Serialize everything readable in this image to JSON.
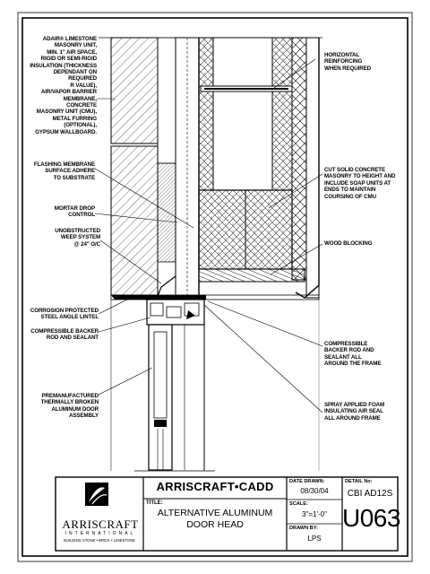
{
  "labels_left": [
    "ADAIR® LIMESTONE\nMASONRY UNIT,\nMIN. 1\" AIR SPACE,\nRIGID OR SEMI-RIGID\nINSULATION (THICKNESS\nDEPENDANT ON REQUIRED\nR VALUE),\nAIR/VAPOR BARRIER\nMEMBRANE,\nCONCRETE\nMASONRY UNIT (CMU),\nMETAL FURRING (OPTIONAL),\nGYPSUM WALLBOARD.",
    "FLASHING MEMBRANE\nSURFACE ADHERE\nTO SUBSTRATE",
    "MORTAR DROP\nCONTROL",
    "UNOBSTRUCTED\nWEEP SYSTEM\n@ 24\" O/C",
    "CORROSION PROTECTED\nSTEEL ANGLE LINTEL",
    "COMPRESSIBLE BACKER\nROD AND SEALANT",
    "PREMANUFACTURED\nTHERMALLY BROKEN\nALUMINUM DOOR ASSEMBLY"
  ],
  "labels_right": [
    "HORIZONTAL\nREINFORCING\nWHEN REQUIRED",
    "CUT SOLID CONCRETE\nMASONRY TO HEIGHT AND\nINCLUDE SOAP UNITS AT\nENDS TO MAINTAIN\nCOURSING OF CMU",
    "WOOD BLOCKING",
    "COMPRESSIBLE\nBACKER ROD AND\nSEALANT ALL\nAROUND THE FRAME",
    "SPRAY APPLIED FOAM\nINSULATING AIR SEAL\nALL AROUND FRAME"
  ],
  "title_block": {
    "brand": "ARRISCRAFT•CADD",
    "title_label": "TITLE:",
    "title": "ALTERNATIVE ALUMINUM\nDOOR HEAD",
    "logo_name": "ARRISCRAFT",
    "logo_sub": "INTERNATIONAL",
    "logo_tag": "BUILDING STONE • BRICK • LIMESTONE",
    "date_label": "DATE DRAWN:",
    "date": "08/30/04",
    "scale_label": "SCALE:",
    "scale": "3\"=1'-0\"",
    "drawn_label": "DRAWN BY:",
    "drawn": "LPS",
    "detail_label": "DETAIL No:",
    "detail": "CBI AD12S",
    "code": "U063"
  }
}
